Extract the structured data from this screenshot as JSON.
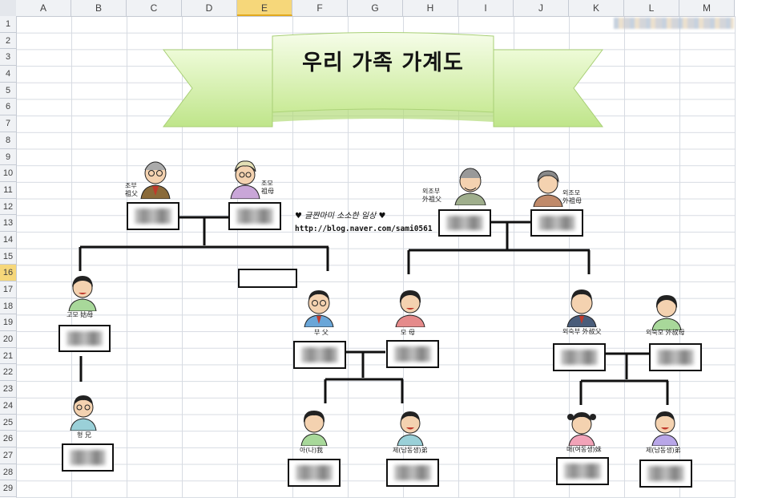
{
  "spreadsheet": {
    "columns": [
      "A",
      "B",
      "C",
      "D",
      "E",
      "F",
      "G",
      "H",
      "I",
      "J",
      "K",
      "L",
      "M"
    ],
    "active_column": "E",
    "rows": [
      "1",
      "2",
      "3",
      "4",
      "5",
      "6",
      "7",
      "8",
      "9",
      "10",
      "11",
      "12",
      "13",
      "14",
      "15",
      "16",
      "17",
      "18",
      "19",
      "20",
      "21",
      "22",
      "23",
      "24",
      "25",
      "26",
      "27",
      "28",
      "29"
    ],
    "active_row": "16"
  },
  "title": "우리 가족 가계도",
  "blog": {
    "tagline": "♥ 글짠마미 소소한 일상 ♥",
    "url": "http://blog.naver.com/sami0561"
  },
  "members": {
    "grandfather": "조부\n祖父",
    "grandmother": "조모\n祖母",
    "maternal_grandfather": "외조부\n外祖父",
    "maternal_grandmother": "외조모\n外祖母",
    "aunt": "고모 姑母",
    "brother": "형 兄",
    "father": "부 父",
    "mother": "모 母",
    "maternal_uncle": "외숙부 外叔父",
    "maternal_aunt": "외숙모 外叔母",
    "me": "아(나)我",
    "younger_brother": "제(남동생)弟",
    "younger_sister": "매(여동생)妹",
    "cousin": "제(남동생)弟"
  },
  "colors": {
    "banner_fill": "#d4f0a8",
    "banner_dark": "#b3dc7a",
    "grid": "#d7dbe2",
    "active_header": "#f6d77a"
  }
}
